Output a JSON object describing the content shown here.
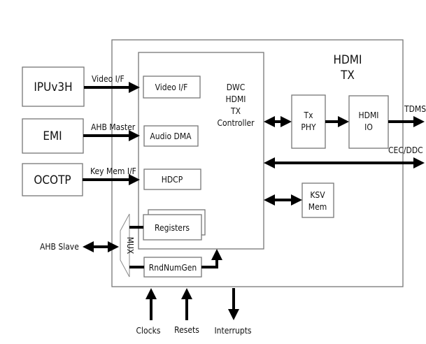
{
  "title": {
    "line1": "HDMI",
    "line2": "TX"
  },
  "controller": {
    "line1": "DWC",
    "line2": "HDMI",
    "line3": "TX",
    "line4": "Controller"
  },
  "external_blocks": {
    "ipu": "IPUv3H",
    "emi": "EMI",
    "ocotp": "OCOTP"
  },
  "interfaces": {
    "video": "Video I/F",
    "ahb_master": "AHB Master",
    "key_mem": "Key Mem I/F",
    "ahb_slave": "AHB Slave"
  },
  "internal_blocks": {
    "video_if": "Video I/F",
    "audio_dma": "Audio DMA",
    "hdcp": "HDCP",
    "registers": "Registers",
    "rndnumgen": "RndNumGen",
    "mux": "MUX",
    "tx_phy_1": "Tx",
    "tx_phy_2": "PHY",
    "hdmi_io_1": "HDMI",
    "hdmi_io_2": "IO",
    "ksv_1": "KSV",
    "ksv_2": "Mem"
  },
  "outputs": {
    "tdms": "TDMS",
    "cec_ddc": "CEC/DDC"
  },
  "signals": {
    "clocks": "Clocks",
    "resets": "Resets",
    "interrupts": "Interrupts"
  }
}
